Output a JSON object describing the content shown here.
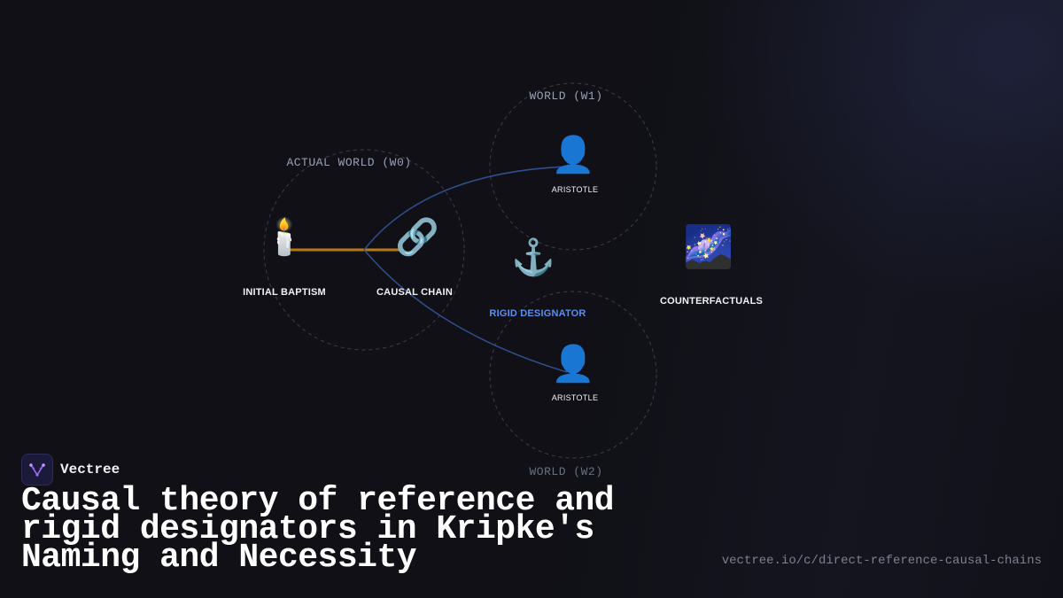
{
  "diagram": {
    "worlds": {
      "actual": "ACTUAL WORLD (W0)",
      "w1": "WORLD (W1)",
      "w2": "WORLD (W2)"
    },
    "nodes": {
      "initial_baptism": {
        "label": "INITIAL BAPTISM",
        "icon": "candle-icon"
      },
      "causal_chain": {
        "label": "CAUSAL CHAIN",
        "icon": "link-icon"
      },
      "rigid_designator": {
        "label": "RIGID DESIGNATOR",
        "icon": "anchor-icon"
      },
      "aristotle_w1": {
        "label": "ARISTOTLE",
        "icon": "person-icon"
      },
      "aristotle_w2": {
        "label": "ARISTOTLE",
        "icon": "person-icon"
      },
      "counterfactuals": {
        "label": "COUNTERFACTUALS",
        "icon": "milky-way-icon"
      }
    },
    "colors": {
      "chain_line": "#b87a14",
      "world_link": "#2f4f8f",
      "accent": "#5b8ef0"
    }
  },
  "brand": {
    "name": "Vectree"
  },
  "headline": "Causal theory of reference and rigid designators in Kripke's Naming and Necessity",
  "url": "vectree.io/c/direct-reference-causal-chains"
}
